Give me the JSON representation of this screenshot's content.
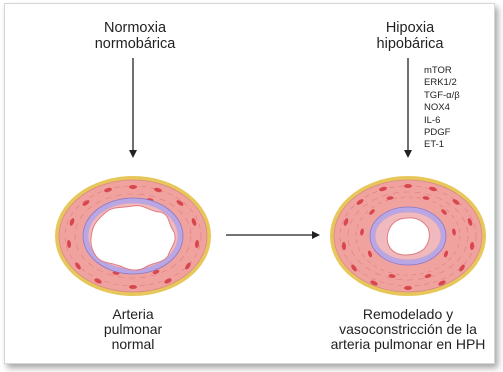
{
  "left_column": {
    "condition": [
      "Normoxia",
      "normobárica"
    ],
    "caption": [
      "Arteria",
      "pulmonar",
      "normal"
    ]
  },
  "right_column": {
    "condition": [
      "Hipoxia",
      "hipobárica"
    ],
    "mediators": [
      "mTOR",
      "ERK1/2",
      "TGF-α/β",
      "NOX4",
      "IL-6",
      "PDGF",
      "ET-1"
    ],
    "caption": [
      "Remodelado y",
      "vasoconstricción de la",
      "arteria pulmonar en HPH"
    ]
  },
  "colors": {
    "adventitia_outer": "#e8c75a",
    "media": "#ec9c9a",
    "cell": "#d8464e",
    "elastic_lamina": "#b9a6e4",
    "endothelium": "#ef8f98",
    "lumen": "#ffffff",
    "arrow": "#222222"
  }
}
